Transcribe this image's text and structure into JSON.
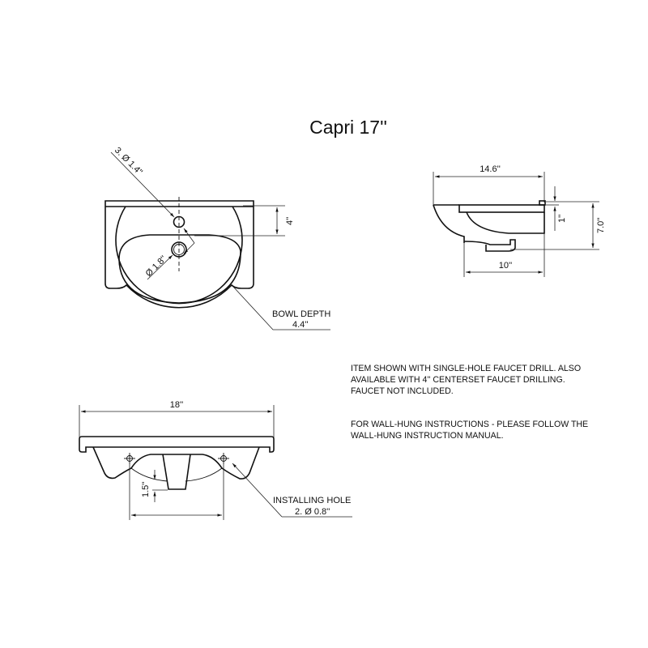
{
  "title": "Capri 17''",
  "top_view": {
    "faucet_hole_label": "3. Ø 1.4''",
    "drain_label": "Ø 1.8''",
    "faucet_offset_label": "4''",
    "bowl_depth_label": "BOWL DEPTH",
    "bowl_depth_value": "4.4''"
  },
  "side_view": {
    "depth_label": "14.6''",
    "projection_label": "10''",
    "height_label": "7.0''",
    "rim_label": "1''"
  },
  "front_view": {
    "width_label": "18''",
    "hole_drop_label": "1.5''",
    "installing_hole_label": "INSTALLING HOLE",
    "installing_hole_value": "2. Ø 0.8''"
  },
  "notes": {
    "paragraph1": [
      "ITEM SHOWN WITH SINGLE-HOLE FAUCET DRILL. ALSO",
      "AVAILABLE WITH 4'' CENTERSET  FAUCET DRILLING.",
      "FAUCET NOT INCLUDED."
    ],
    "paragraph2": [
      "FOR WALL-HUNG INSTRUCTIONS - PLEASE FOLLOW THE",
      "WALL-HUNG INSTRUCTION MANUAL."
    ]
  },
  "colors": {
    "line": "#111111",
    "background": "#ffffff"
  }
}
